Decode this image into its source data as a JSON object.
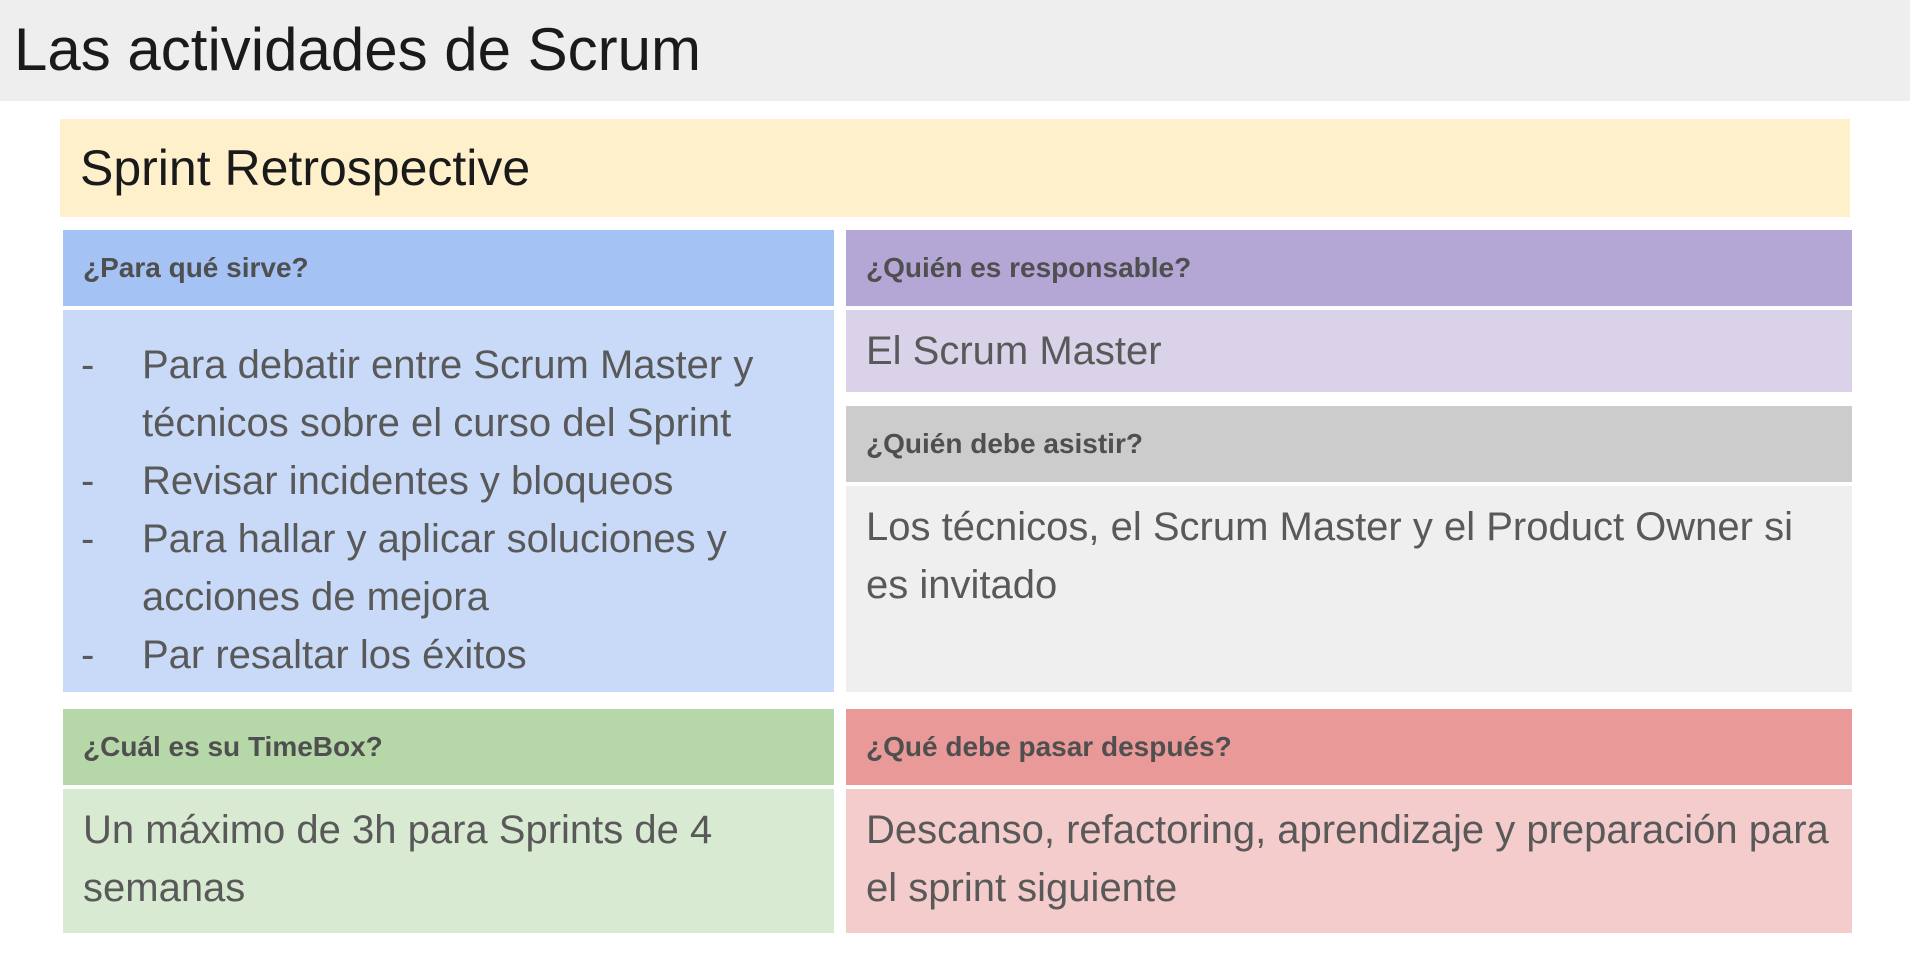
{
  "page": {
    "title": "Las actividades de Scrum",
    "section_title": "Sprint Retrospective"
  },
  "panels": {
    "purpose": {
      "header": "¿Para qué sirve?",
      "items": [
        "Para debatir entre Scrum Master y técnicos sobre el curso del Sprint",
        "Revisar incidentes y bloqueos",
        "Para hallar y aplicar soluciones y acciones de mejora",
        "Par resaltar los éxitos"
      ],
      "bullet": "-"
    },
    "responsible": {
      "header": "¿Quién es responsable?",
      "body": "El Scrum Master"
    },
    "attendees": {
      "header": "¿Quién debe asistir?",
      "body": "Los técnicos, el Scrum Master y el Product Owner si es invitado"
    },
    "timebox": {
      "header": "¿Cuál es su TimeBox?",
      "body": "Un máximo de 3h para Sprints de 4 semanas"
    },
    "next": {
      "header": "¿Qué debe pasar después?",
      "body": "Descanso, refactoring, aprendizaje y preparación para el sprint siguiente"
    }
  },
  "colors": {
    "title_bar": "#eeeeee",
    "section_title": "#fff0cc",
    "blue_header": "#a4c2f4",
    "blue_body": "#c9daf8",
    "purple_header": "#b4a7d6",
    "purple_body": "#d9d2e9",
    "grey_header": "#cccccc",
    "grey_body": "#efefef",
    "green_header": "#b6d7a8",
    "green_body": "#d9ead3",
    "red_header": "#ea9999",
    "red_body": "#f4cccc"
  }
}
